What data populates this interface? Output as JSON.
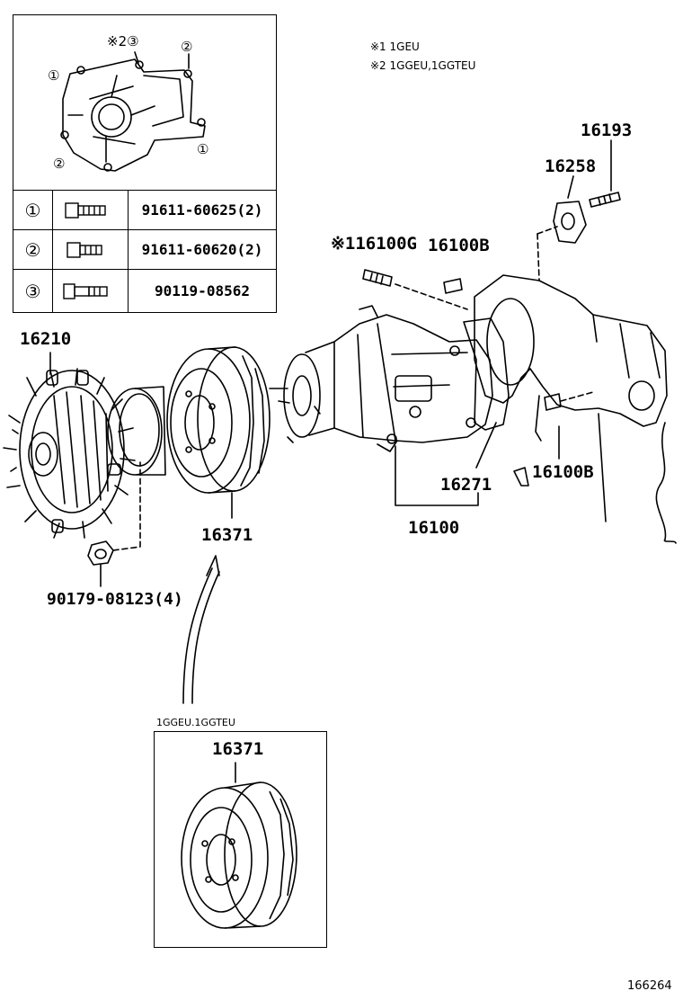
{
  "notes": {
    "note1": "※1 1GEU",
    "note2": "※2 1GGEU,1GGTEU"
  },
  "inset": {
    "callout_top": "※2③",
    "circle_labels": [
      "①",
      "②",
      "②",
      "①"
    ],
    "rows": [
      {
        "symbol": "①",
        "part": "91611-60625(2)"
      },
      {
        "symbol": "②",
        "part": "91611-60620(2)"
      },
      {
        "symbol": "③",
        "part": "90119-08562"
      }
    ]
  },
  "parts": {
    "fan_clutch": "16210",
    "gasket_plate": "16258",
    "stud_top": "16193",
    "stud_g": "※116100G",
    "dowel_top": "16100B",
    "dowel_right": "16100B",
    "gasket": "16271",
    "water_pump": "16100",
    "pulley": "16371",
    "nut": "90179-08123(4)"
  },
  "lower_box": {
    "caption": "1GGEU.1GGTEU",
    "part": "16371"
  },
  "figure_number": "166264",
  "colors": {
    "line": "#000000",
    "background": "#ffffff"
  }
}
